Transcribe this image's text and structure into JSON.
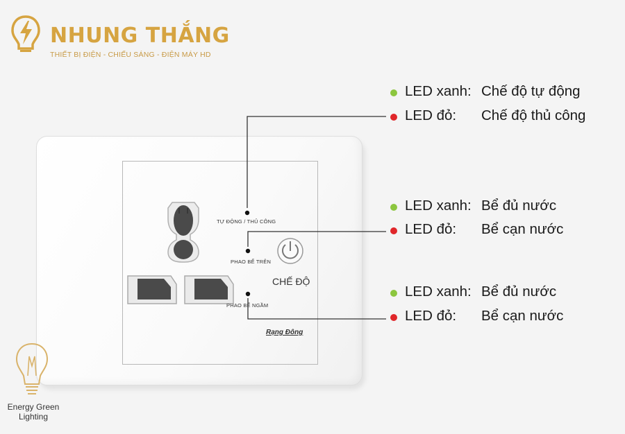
{
  "brand": {
    "name": "NHUNG THẮNG",
    "tagline": "THIẾT BỊ ĐIỆN - CHIẾU SÁNG - ĐIỆN MÁY HD"
  },
  "device": {
    "label_auto_manual": "TỰ ĐỘNG / THỦ CÔNG",
    "label_upper_float": "PHAO BỂ TRÊN",
    "label_lower_float": "PHAO BỂ NGẦM",
    "mode_button": "CHẾ ĐỘ",
    "maker": "Rạng Đông"
  },
  "annotations": [
    {
      "green": {
        "label": "LED xanh:",
        "text": "Chế độ tự động"
      },
      "red": {
        "label": "LED đỏ:",
        "text": "Chế độ thủ công"
      }
    },
    {
      "green": {
        "label": "LED xanh:",
        "text": "Bể đủ nước"
      },
      "red": {
        "label": "LED đỏ:",
        "text": "Bể cạn nước"
      }
    },
    {
      "green": {
        "label": "LED xanh:",
        "text": "Bể đủ nước"
      },
      "red": {
        "label": "LED đỏ:",
        "text": "Bể cạn nước"
      }
    }
  ],
  "colors": {
    "green": "#8cc63f",
    "red": "#e0262a",
    "gold": "#d6a441"
  },
  "energy_green": {
    "line1": "Energy Green",
    "line2": "Lighting"
  }
}
